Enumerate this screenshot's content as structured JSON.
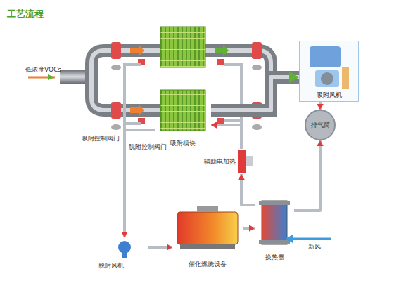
{
  "diagram": {
    "title": "工艺流程",
    "nodes": [
      {
        "text": [
          "吸附模块"
        ]
      },
      {
        "text": [
          "吸附风机"
        ]
      },
      {
        "text": [
          "排气筒"
        ]
      },
      {
        "text": [
          "辅助电加热"
        ]
      },
      {
        "text": [
          "脱附风机"
        ]
      },
      {
        "text": [
          "催化燃烧设备"
        ]
      },
      {
        "text": [
          "换热器"
        ]
      }
    ],
    "edges": [
      {
        "from": 0,
        "to": 1,
        "arrow": "to"
      },
      {
        "from": 1,
        "to": 2,
        "arrow": "to"
      },
      {
        "from": 6,
        "to": 2,
        "arrow": "to"
      },
      {
        "from": 6,
        "to": 3,
        "arrow": "to"
      },
      {
        "from": 3,
        "to": 0,
        "arrow": "to"
      },
      {
        "from": 5,
        "to": 6,
        "arrow": "to"
      },
      {
        "from": 4,
        "to": 5,
        "arrow": "to"
      },
      {
        "from": 0,
        "to": 4,
        "arrow": "to"
      }
    ],
    "labels": [
      "低浓度VOCs",
      "吸附控制阀门",
      "脱附控制阀门",
      "新风"
    ]
  }
}
